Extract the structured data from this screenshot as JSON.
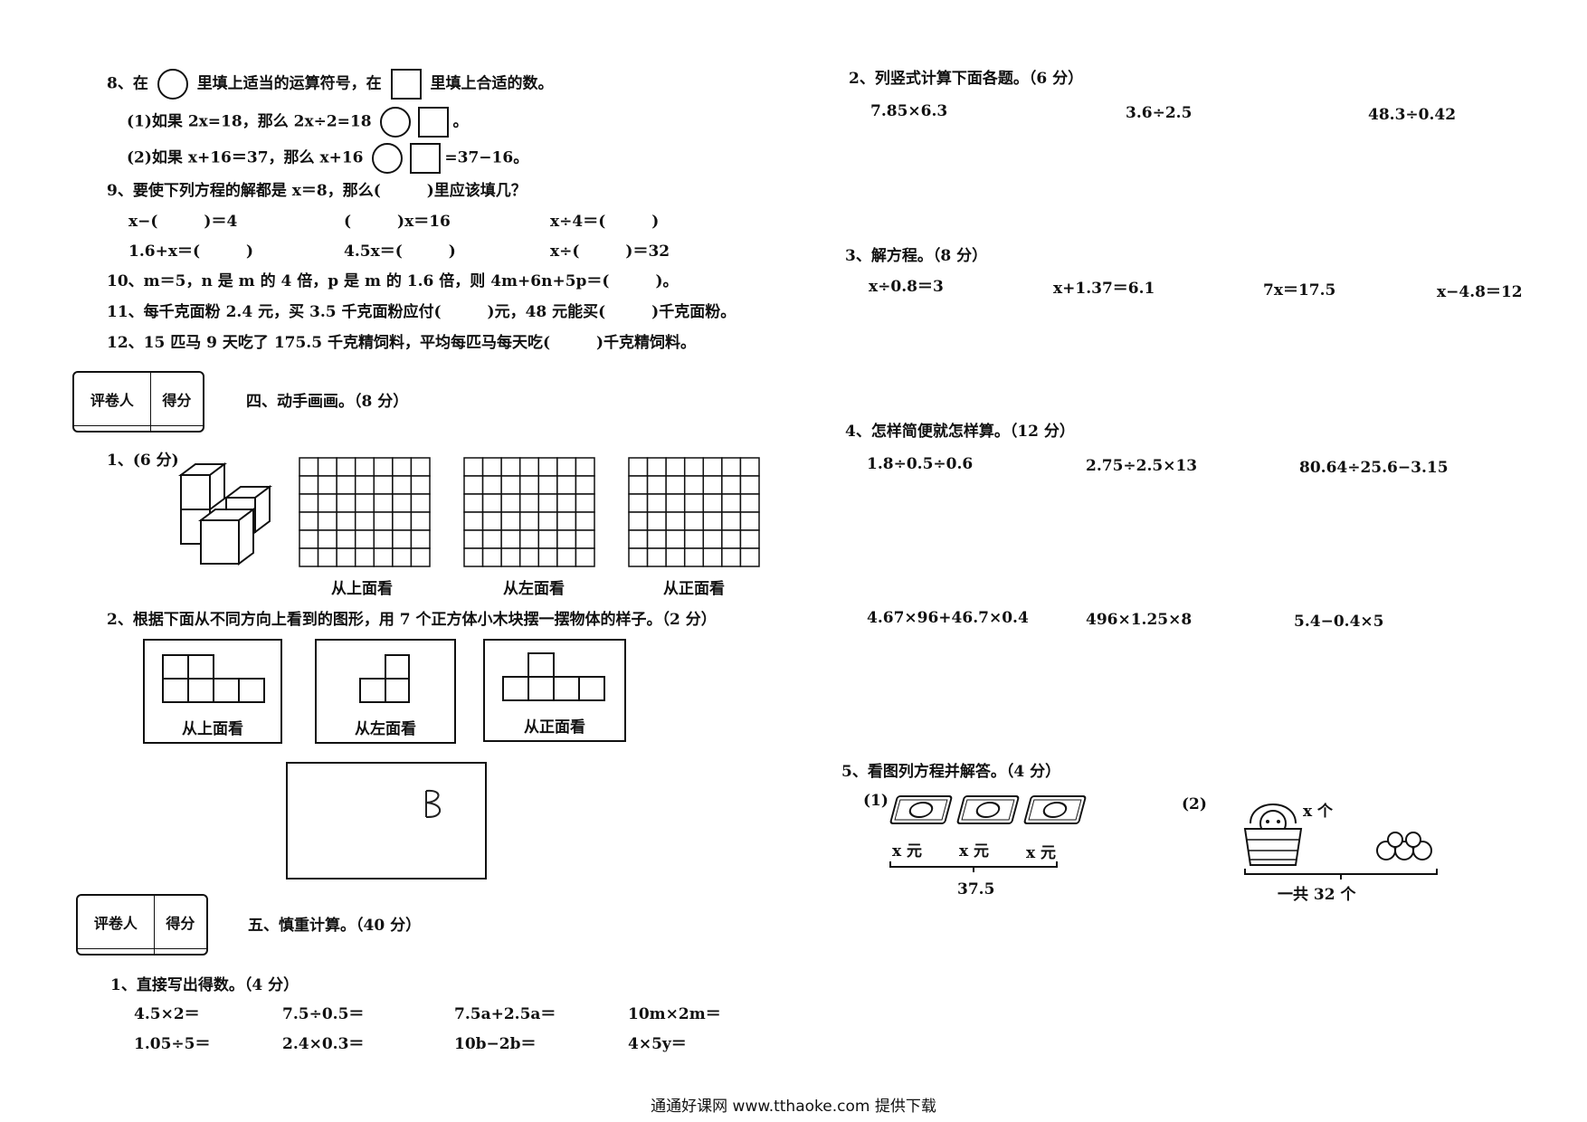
{
  "left": {
    "q8": {
      "prefix": "8、在",
      "mid": "里填上适当的运算符号，在",
      "suffix": "里填上合适的数。",
      "line1": "(1)如果 2x=18，那么 2x÷2=18",
      "line1_end": "。",
      "line2": "(2)如果 x+16＝37，那么 x+16",
      "line2_end": "=37−16。"
    },
    "q9": {
      "title": "9、要使下列方程的解都是 x＝8，那么(　　　)里应该填几？",
      "items": [
        "x−(　　　)＝4",
        "(　　　)x＝16",
        "x÷4＝(　　　)",
        "1.6+x＝(　　　)",
        "4.5x＝(　　　)",
        "x÷(　　　)＝32"
      ]
    },
    "q10": "10、m＝5，n 是 m 的 4 倍，p 是 m 的 1.6 倍，则 4m+6n+5p＝(　　　)。",
    "q11": "11、每千克面粉 2.4 元，买 3.5 千克面粉应付(　　　)元，48 元能买(　　　)千克面粉。",
    "q12": "12、15 匹马 9 天吃了 175.5 千克精饲料，平均每匹马每天吃(　　　)千克精饲料。",
    "score_header": [
      "评卷人",
      "得分"
    ],
    "sec4_title": "四、动手画画。（8 分）",
    "sec4_q1": "1、(6 分)",
    "view_labels": [
      "从上面看",
      "从左面看",
      "从正面看"
    ],
    "sec4_q2": "2、根据下面从不同方向上看到的图形，用 7 个正方体小木块摆一摆物体的样子。（2 分）",
    "sec5_title": "五、慎重计算。（40 分）",
    "sec5_q1": "1、直接写出得数。（4 分）",
    "direct": [
      "4.5×2＝",
      "7.5÷0.5＝",
      "7.5a+2.5a＝",
      "10m×2m＝",
      "1.05÷5＝",
      "2.4×0.3＝",
      "10b−2b＝",
      "4×5y＝"
    ]
  },
  "right": {
    "q2_title": "2、列竖式计算下面各题。（6 分）",
    "q2_items": [
      "7.85×6.3",
      "3.6÷2.5",
      "48.3÷0.42"
    ],
    "q3_title": "3、解方程。（8 分）",
    "q3_items": [
      "x÷0.8＝3",
      "x+1.37＝6.1",
      "7x＝17.5",
      "x−4.8＝12"
    ],
    "q4_title": "4、怎样简便就怎样算。（12 分）",
    "q4_items": [
      "1.8÷0.5÷0.6",
      "2.75÷2.5×13",
      "80.64÷25.6−3.15",
      "4.67×96+46.7×0.4",
      "496×1.25×8",
      "5.4−0.4×5"
    ],
    "q5_title": "5、看图列方程并解答。（4 分）",
    "q5_p1": "(1)",
    "q5_p2": "(2)",
    "q5_unit": "x 元",
    "q5_total": "37.5",
    "q5_xcount": "x 个",
    "q5_total2": "一共 32 个"
  },
  "footer": "通通好课网  www.tthaoke.com  提供下载"
}
